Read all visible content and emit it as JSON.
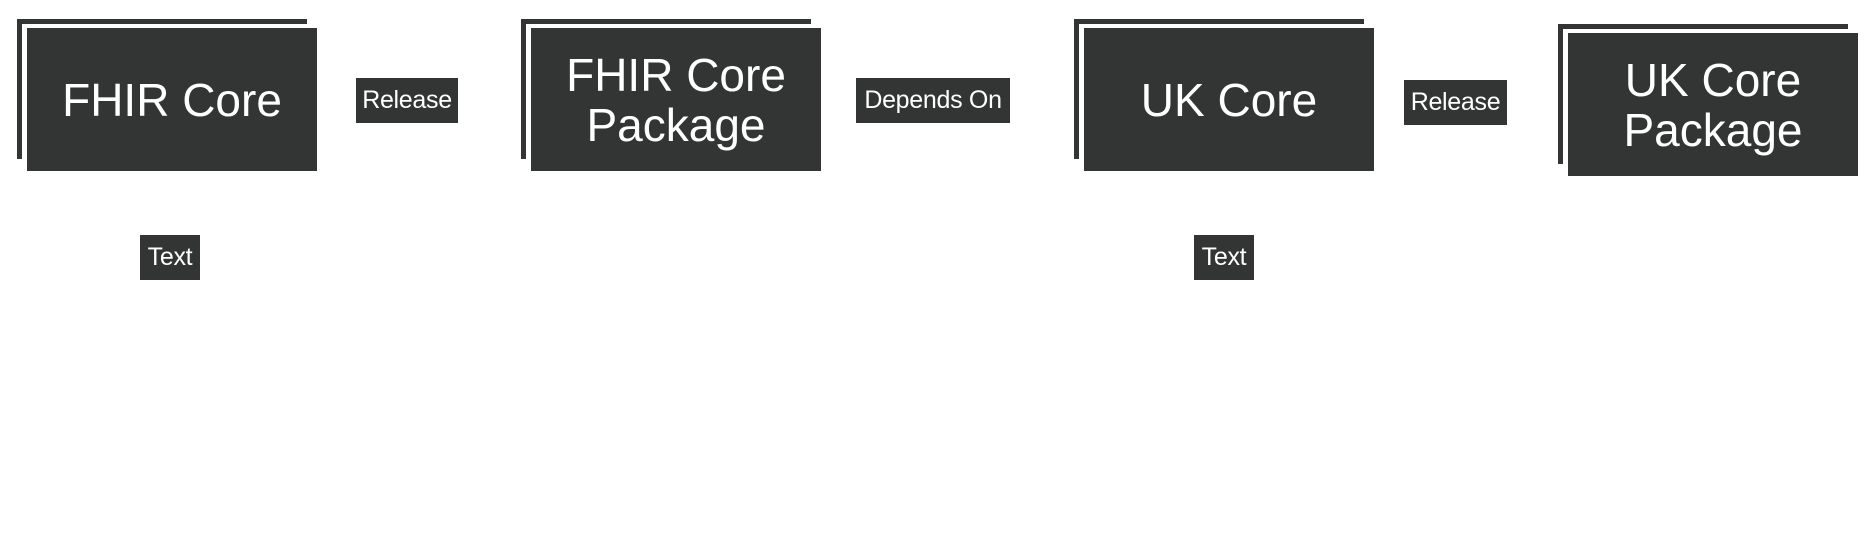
{
  "diagram": {
    "nodes": [
      {
        "id": "fhir-core",
        "label": "FHIR Core"
      },
      {
        "id": "fhir-core-package",
        "label": "FHIR Core\nPackage"
      },
      {
        "id": "uk-core",
        "label": "UK Core"
      },
      {
        "id": "uk-core-package",
        "label": "UK Core\nPackage"
      }
    ],
    "edge_labels": [
      {
        "id": "release-1",
        "label": "Release"
      },
      {
        "id": "depends-on",
        "label": "Depends On"
      },
      {
        "id": "release-2",
        "label": "Release"
      }
    ],
    "text_labels": [
      {
        "id": "text-1",
        "label": "Text"
      },
      {
        "id": "text-2",
        "label": "Text"
      }
    ],
    "colors": {
      "node_fill": "#333534",
      "node_text": "#ffffff",
      "background": "#ffffff"
    }
  }
}
